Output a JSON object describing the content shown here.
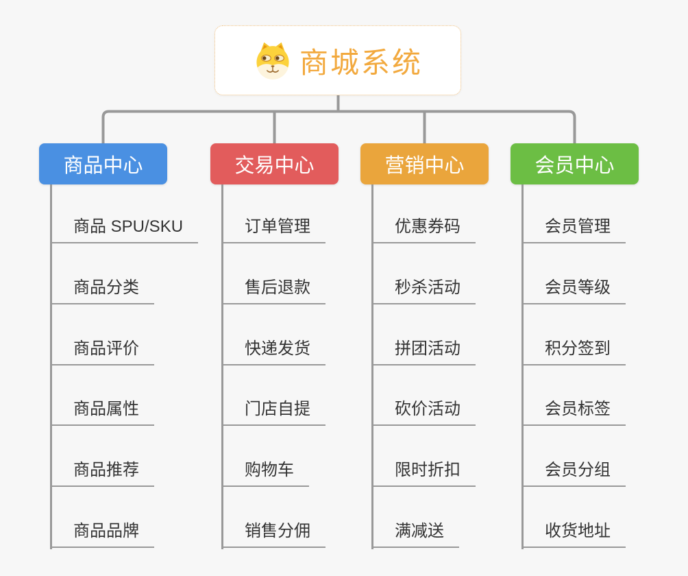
{
  "root": {
    "title": "商城系统",
    "icon": "dog-face-icon"
  },
  "branches": [
    {
      "label": "商品中心",
      "color": "#4a90e2",
      "items": [
        "商品 SPU/SKU",
        "商品分类",
        "商品评价",
        "商品属性",
        "商品推荐",
        "商品品牌"
      ]
    },
    {
      "label": "交易中心",
      "color": "#e25c5c",
      "items": [
        "订单管理",
        "售后退款",
        "快递发货",
        "门店自提",
        "购物车",
        "销售分佣"
      ]
    },
    {
      "label": "营销中心",
      "color": "#eaa53c",
      "items": [
        "优惠券码",
        "秒杀活动",
        "拼团活动",
        "砍价活动",
        "限时折扣",
        "满减送"
      ]
    },
    {
      "label": "会员中心",
      "color": "#6cbe44",
      "items": [
        "会员管理",
        "会员等级",
        "积分签到",
        "会员标签",
        "会员分组",
        "收货地址"
      ]
    }
  ],
  "colors": {
    "background": "#f7f7f7",
    "connector": "#999999",
    "root_text": "#f2a93e",
    "root_border": "#f0c080",
    "item_text": "#333333"
  }
}
